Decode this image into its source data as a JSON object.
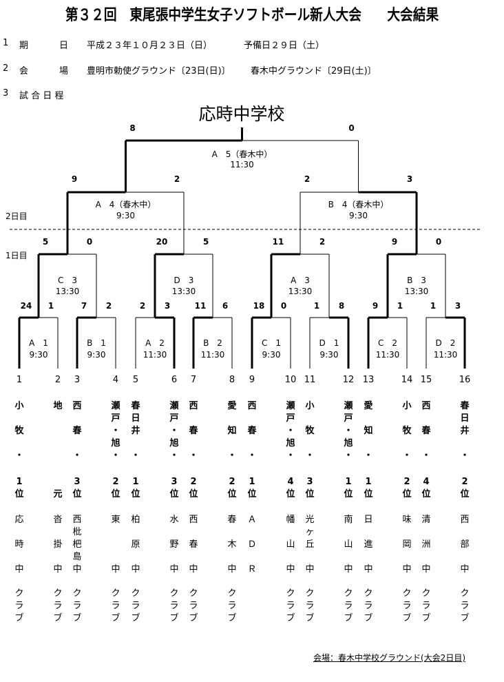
{
  "title": "第３２回　東尾張中学生女子ソフトボール新人大会　　大会結果",
  "info": {
    "date": {
      "no": "1",
      "label1": "期",
      "label2": "日",
      "value": "平成２３年１０月２３日（日）",
      "reserve": "予備日２９日（土）"
    },
    "venue": {
      "no": "2",
      "label1": "会",
      "label2": "場",
      "value": "豊明市勅使グラウンド〔23日(日)〕",
      "value2": "春木中グラウンド〔29日(土)〕"
    },
    "schedule": {
      "no": "3",
      "label": "試 合 日 程"
    }
  },
  "champion": "応時中学校",
  "day_labels": {
    "day2": "2日目",
    "day1": "1日目"
  },
  "footer": "会場：春木中学校グラウンド(大会2日目)",
  "rounds": [
    [
      {
        "label": "A　1",
        "time": "9:30",
        "scores": [
          "24",
          "1"
        ],
        "winner": 0
      },
      {
        "label": "B　1",
        "time": "9:30",
        "scores": [
          "7",
          "2"
        ],
        "winner": 0
      },
      {
        "label": "A　2",
        "time": "11:30",
        "scores": [
          "2",
          "3"
        ],
        "winner": 1
      },
      {
        "label": "B　2",
        "time": "11:30",
        "scores": [
          "11",
          "6"
        ],
        "winner": 0
      },
      {
        "label": "C　1",
        "time": "9:30",
        "scores": [
          "18",
          "0"
        ],
        "winner": 0
      },
      {
        "label": "D　1",
        "time": "9:30",
        "scores": [
          "1",
          "8"
        ],
        "winner": 1
      },
      {
        "label": "C　2",
        "time": "11:30",
        "scores": [
          "9",
          "1"
        ],
        "winner": 0
      },
      {
        "label": "D　2",
        "time": "11:30",
        "scores": [
          "1",
          "3"
        ],
        "winner": 1
      }
    ],
    [
      {
        "label": "C　3",
        "time": "13:30",
        "scores": [
          "5",
          "0"
        ],
        "winner": 0
      },
      {
        "label": "D　3",
        "time": "13:30",
        "scores": [
          "20",
          "5"
        ],
        "winner": 0
      },
      {
        "label": "A　3",
        "time": "13:30",
        "scores": [
          "11",
          "2"
        ],
        "winner": 0
      },
      {
        "label": "B　3",
        "time": "13:30",
        "scores": [
          "9",
          "0"
        ],
        "winner": 0
      }
    ],
    [
      {
        "label": "A　4（春木中）",
        "time": "9:30",
        "scores": [
          "9",
          "2"
        ],
        "winner": 0
      },
      {
        "label": "B　4（春木中）",
        "time": "9:30",
        "scores": [
          "2",
          "3"
        ],
        "winner": 1
      }
    ],
    [
      {
        "label": "A　5（春木中）",
        "time": "11:30",
        "scores": [
          "8",
          "0"
        ],
        "winner": 0
      }
    ]
  ],
  "teams": [
    {
      "no": "1",
      "region": [
        "小",
        "",
        "牧",
        "",
        "・"
      ],
      "rank": [
        "1",
        "位"
      ],
      "school": [
        "応",
        "",
        "時",
        "",
        "中"
      ],
      "club": [
        "ク",
        "ラ",
        "ブ"
      ]
    },
    {
      "no": "2",
      "region": [
        "地",
        "",
        "",
        "",
        ""
      ],
      "rank": [
        "",
        "元"
      ],
      "school": [
        "沓",
        "",
        "掛",
        "",
        "中"
      ],
      "club": [
        "ク",
        "ラ",
        "ブ"
      ]
    },
    {
      "no": "3",
      "region": [
        "西",
        "",
        "春",
        "",
        "・"
      ],
      "rank": [
        "3",
        "位"
      ],
      "school": [
        "西",
        "枇",
        "杷",
        "島",
        "中"
      ],
      "club": [
        "ク",
        "ラ",
        "ブ"
      ]
    },
    {
      "no": "4",
      "region": [
        "瀬",
        "戸",
        "・",
        "旭",
        "・"
      ],
      "rank": [
        "2",
        "位"
      ],
      "school": [
        "東",
        "",
        "",
        "",
        "中"
      ],
      "club": [
        "ク",
        "ラ",
        "ブ"
      ]
    },
    {
      "no": "5",
      "region": [
        "春",
        "日",
        "井",
        "",
        "・"
      ],
      "rank": [
        "1",
        "位"
      ],
      "school": [
        "柏",
        "",
        "原",
        "",
        "中"
      ],
      "club": [
        "ク",
        "ラ",
        "ブ"
      ]
    },
    {
      "no": "6",
      "region": [
        "瀬",
        "戸",
        "・",
        "旭",
        "・"
      ],
      "rank": [
        "3",
        "位"
      ],
      "school": [
        "水",
        "",
        "野",
        "",
        "中"
      ],
      "club": [
        "ク",
        "ラ",
        "ブ"
      ]
    },
    {
      "no": "7",
      "region": [
        "西",
        "",
        "春",
        "",
        "・"
      ],
      "rank": [
        "2",
        "位"
      ],
      "school": [
        "西",
        "",
        "春",
        "",
        "中"
      ],
      "club": [
        "ク",
        "ラ",
        "ブ"
      ]
    },
    {
      "no": "8",
      "region": [
        "愛",
        "",
        "知",
        "",
        "・"
      ],
      "rank": [
        "2",
        "位"
      ],
      "school": [
        "春",
        "",
        "木",
        "",
        "中"
      ],
      "club": [
        "ク",
        "ラ",
        "ブ"
      ]
    },
    {
      "no": "9",
      "region": [
        "西",
        "",
        "春",
        "",
        "・"
      ],
      "rank": [
        "1",
        "位"
      ],
      "school": [
        "Ａ",
        "",
        "Ｄ",
        "",
        "Ｒ"
      ],
      "club": [
        "",
        "",
        ""
      ]
    },
    {
      "no": "10",
      "region": [
        "瀬",
        "戸",
        "・",
        "旭",
        "・"
      ],
      "rank": [
        "4",
        "位"
      ],
      "school": [
        "幡",
        "",
        "山",
        "",
        "中"
      ],
      "club": [
        "ク",
        "ラ",
        "ブ"
      ]
    },
    {
      "no": "11",
      "region": [
        "小",
        "",
        "牧",
        "",
        "・"
      ],
      "rank": [
        "3",
        "位"
      ],
      "school": [
        "光",
        "ヶ",
        "丘",
        "",
        "中"
      ],
      "club": [
        "ク",
        "ラ",
        "ブ"
      ]
    },
    {
      "no": "12",
      "region": [
        "瀬",
        "戸",
        "・",
        "旭",
        "・"
      ],
      "rank": [
        "1",
        "位"
      ],
      "school": [
        "南",
        "",
        "山",
        "",
        "中"
      ],
      "club": [
        "ク",
        "ラ",
        "ブ"
      ]
    },
    {
      "no": "13",
      "region": [
        "愛",
        "",
        "知",
        "",
        "・"
      ],
      "rank": [
        "1",
        "位"
      ],
      "school": [
        "日",
        "",
        "進",
        "",
        "中"
      ],
      "club": [
        "ク",
        "ラ",
        "ブ"
      ]
    },
    {
      "no": "14",
      "region": [
        "小",
        "",
        "牧",
        "",
        "・"
      ],
      "rank": [
        "2",
        "位"
      ],
      "school": [
        "味",
        "",
        "岡",
        "",
        "中"
      ],
      "club": [
        "ク",
        "ラ",
        "ブ"
      ]
    },
    {
      "no": "15",
      "region": [
        "西",
        "",
        "春",
        "",
        "・"
      ],
      "rank": [
        "4",
        "位"
      ],
      "school": [
        "清",
        "",
        "洲",
        "",
        "中"
      ],
      "club": [
        "ク",
        "ラ",
        "ブ"
      ]
    },
    {
      "no": "16",
      "region": [
        "春",
        "日",
        "井",
        "",
        "・"
      ],
      "rank": [
        "2",
        "位"
      ],
      "school": [
        "西",
        "",
        "部",
        "",
        "中"
      ],
      "club": [
        "ク",
        "ラ",
        "ブ"
      ]
    }
  ]
}
